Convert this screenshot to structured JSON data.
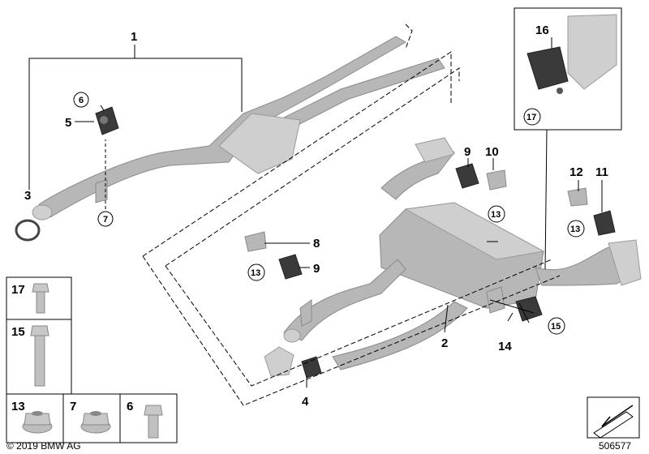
{
  "callouts": {
    "c1": "1",
    "c2": "2",
    "c3": "3",
    "c4": "4",
    "c5": "5",
    "c6": "6",
    "c7": "7",
    "c8": "8",
    "c9a": "9",
    "c9b": "9",
    "c10": "10",
    "c11": "11",
    "c12": "12",
    "c13a": "13",
    "c13b": "13",
    "c13c": "13",
    "c14": "14",
    "c15": "15",
    "c16": "16",
    "c17": "17"
  },
  "parts_table": {
    "p17": "17",
    "p15": "15",
    "p13": "13",
    "p7": "7",
    "p6": "6"
  },
  "footer": {
    "copyright": "© 2019 BMW AG",
    "diagram_number": "506577"
  },
  "colors": {
    "pipe": "#b7b7b7",
    "rubber_mount": "#3a3a3a",
    "outline": "#000000"
  },
  "icons": {
    "nav_arrow": "arrow-down-left-icon"
  }
}
